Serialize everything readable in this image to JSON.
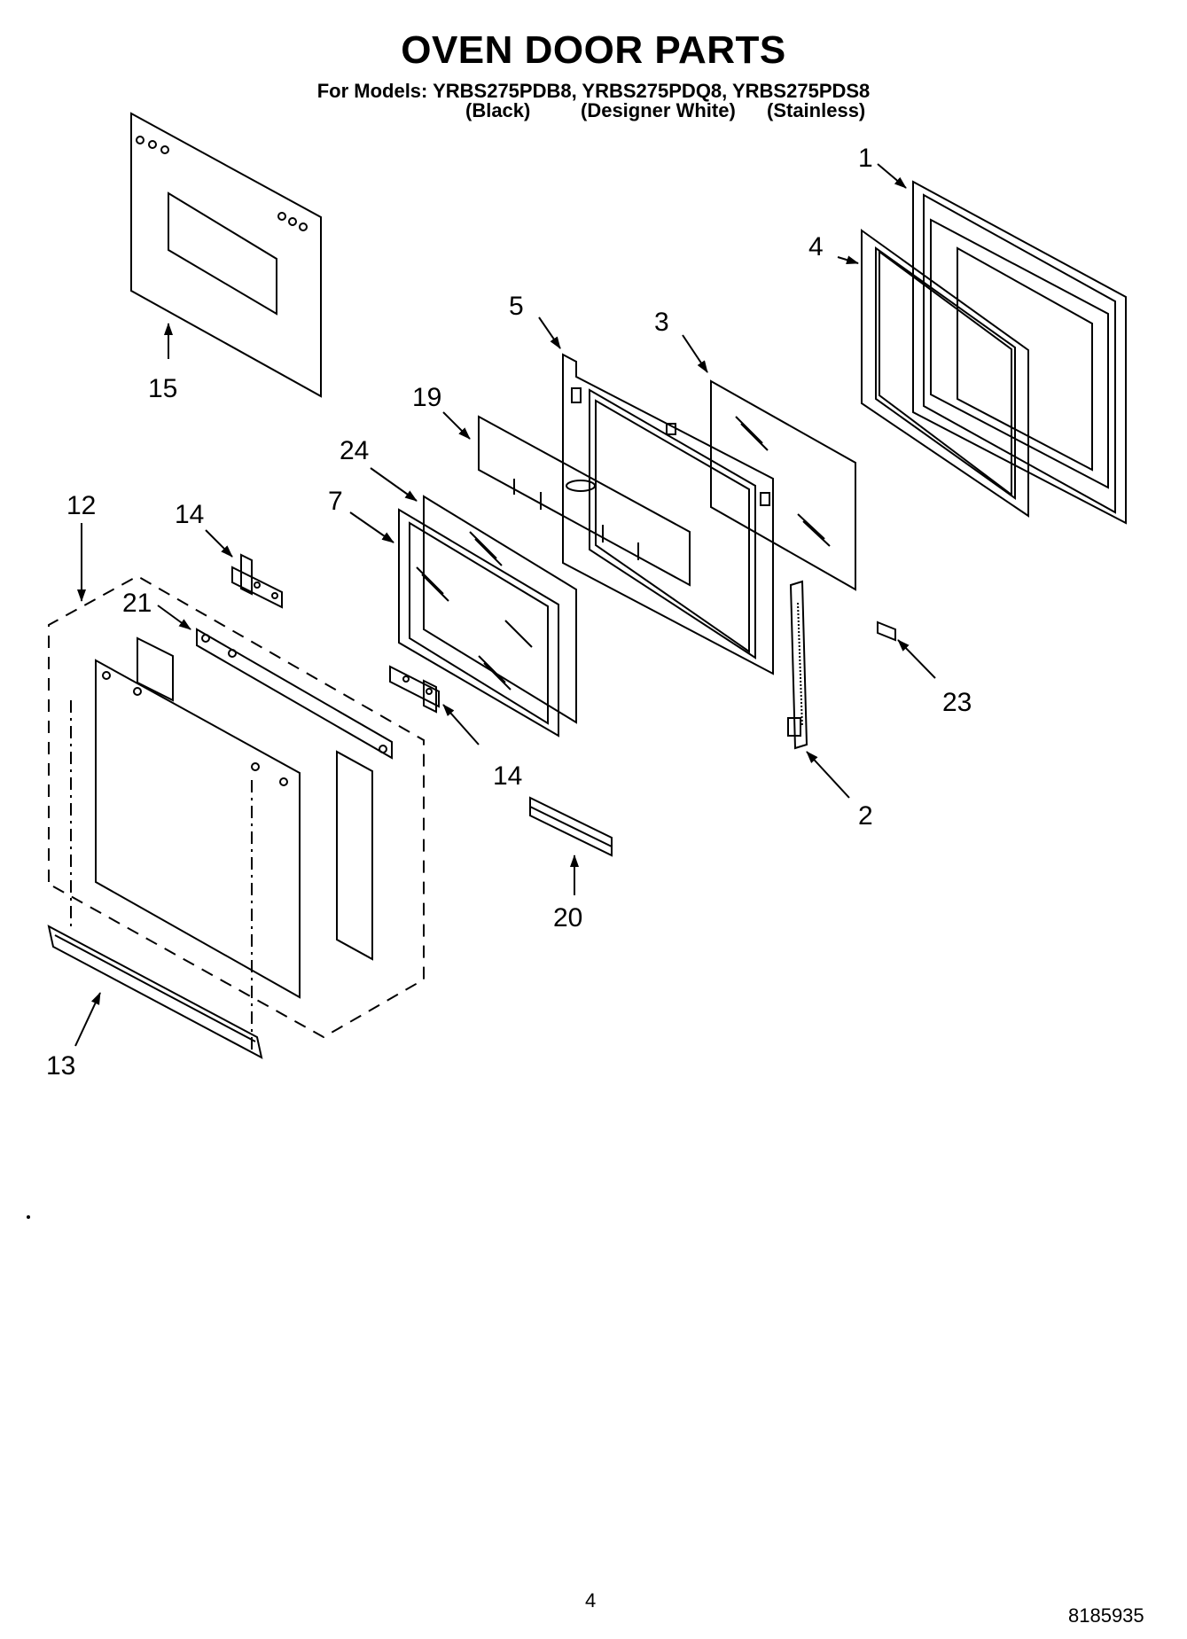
{
  "header": {
    "title": "OVEN DOOR PARTS",
    "models_line": "For Models: YRBS275PDB8, YRBS275PDQ8, YRBS275PDS8",
    "variants": [
      "(Black)",
      "(Designer White)",
      "(Stainless)"
    ]
  },
  "callouts": {
    "c1": "1",
    "c2": "2",
    "c3": "3",
    "c4": "4",
    "c5": "5",
    "c7": "7",
    "c12": "12",
    "c13": "13",
    "c14a": "14",
    "c14b": "14",
    "c15": "15",
    "c19": "19",
    "c20": "20",
    "c21": "21",
    "c23": "23",
    "c24": "24"
  },
  "footer": {
    "page_number": "4",
    "doc_number": "8185935"
  }
}
